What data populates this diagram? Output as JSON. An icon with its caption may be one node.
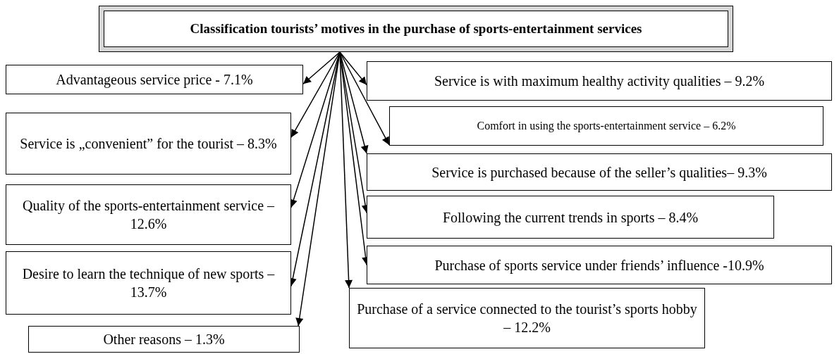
{
  "diagram": {
    "nodes": [
      {
        "text": [
          "Classification tourists’ motives in the purchase of sports-entertainment services"
        ]
      },
      {
        "text": [
          "Advantageous service price - 7.1%"
        ]
      },
      {
        "text": [
          "Service is „convenient” for the tourist – 8.3%"
        ]
      },
      {
        "text": [
          "Quality of the sports-entertainment service – 12.6%"
        ]
      },
      {
        "text": [
          "Desire to learn the technique of new sports – 13.7%"
        ]
      },
      {
        "text": [
          "Other reasons – 1.3%"
        ]
      },
      {
        "text": [
          "Service is with maximum healthy activity qualities – 9.2%"
        ]
      },
      {
        "text": [
          "Comfort in using the sports-entertainment service – 6.2%"
        ]
      },
      {
        "text": [
          "Service is purchased because of the seller’s qualities– 9.3%"
        ]
      },
      {
        "text": [
          "Following the current trends in sports – 8.4%"
        ]
      },
      {
        "text": [
          "Purchase of sports service under friends’ influence -10.9%"
        ]
      },
      {
        "text": [
          "Purchase of a service connected to the tourist’s sports hobby – 12.2%"
        ]
      }
    ],
    "edges": [
      {
        "from": 0,
        "to": 1,
        "arrow": "to"
      },
      {
        "from": 0,
        "to": 2,
        "arrow": "to"
      },
      {
        "from": 0,
        "to": 3,
        "arrow": "to"
      },
      {
        "from": 0,
        "to": 4,
        "arrow": "to"
      },
      {
        "from": 0,
        "to": 5,
        "arrow": "to"
      },
      {
        "from": 0,
        "to": 6,
        "arrow": "to"
      },
      {
        "from": 0,
        "to": 7,
        "arrow": "to"
      },
      {
        "from": 0,
        "to": 8,
        "arrow": "to"
      },
      {
        "from": 0,
        "to": 9,
        "arrow": "to"
      },
      {
        "from": 0,
        "to": 10,
        "arrow": "to"
      },
      {
        "from": 0,
        "to": 11,
        "arrow": "to"
      }
    ]
  }
}
